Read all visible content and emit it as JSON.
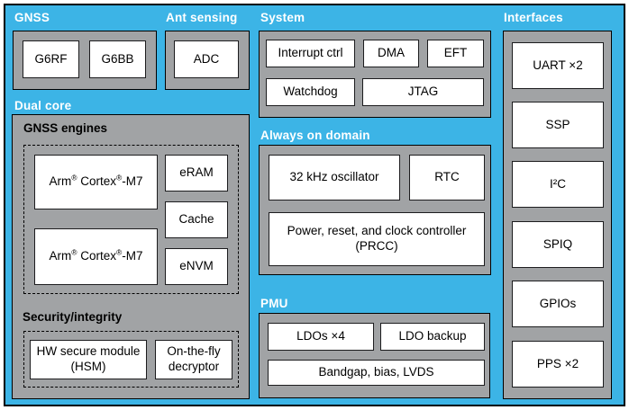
{
  "colors": {
    "background": "#3cb4e6",
    "panel_gray": "#a1a3a5",
    "box_white": "#ffffff",
    "border_black": "#000000",
    "section_label_text": "#ffffff",
    "inner_label_text": "#000000"
  },
  "sections": {
    "gnss": {
      "label": "GNSS",
      "boxes": [
        "G6RF",
        "G6BB"
      ]
    },
    "ant_sensing": {
      "label": "Ant sensing",
      "boxes": [
        "ADC"
      ]
    },
    "system": {
      "label": "System",
      "row1": [
        "Interrupt ctrl",
        "DMA",
        "EFT"
      ],
      "row2": [
        "Watchdog",
        "JTAG"
      ]
    },
    "interfaces": {
      "label": "Interfaces",
      "boxes": [
        "UART ×2",
        "SSP",
        "I²C",
        "SPIQ",
        "GPIOs",
        "PPS ×2"
      ]
    },
    "dual_core": {
      "label": "Dual core",
      "gnss_engines": {
        "label": "GNSS engines",
        "core": {
          "pre": "Arm",
          "sup": "®",
          "mid": " Cortex",
          "post": "-M7"
        },
        "memories": [
          "eRAM",
          "Cache",
          "eNVM"
        ]
      },
      "security": {
        "label": "Security/integrity",
        "boxes": [
          "HW secure module (HSM)",
          "On-the-fly decryptor"
        ]
      }
    },
    "always_on": {
      "label": "Always on domain",
      "boxes": [
        "32 kHz oscillator",
        "RTC",
        "Power, reset, and clock controller (PRCC)"
      ]
    },
    "pmu": {
      "label": "PMU",
      "row1": [
        "LDOs ×4",
        "LDO backup"
      ],
      "row2": "Bandgap, bias, LVDS"
    }
  }
}
